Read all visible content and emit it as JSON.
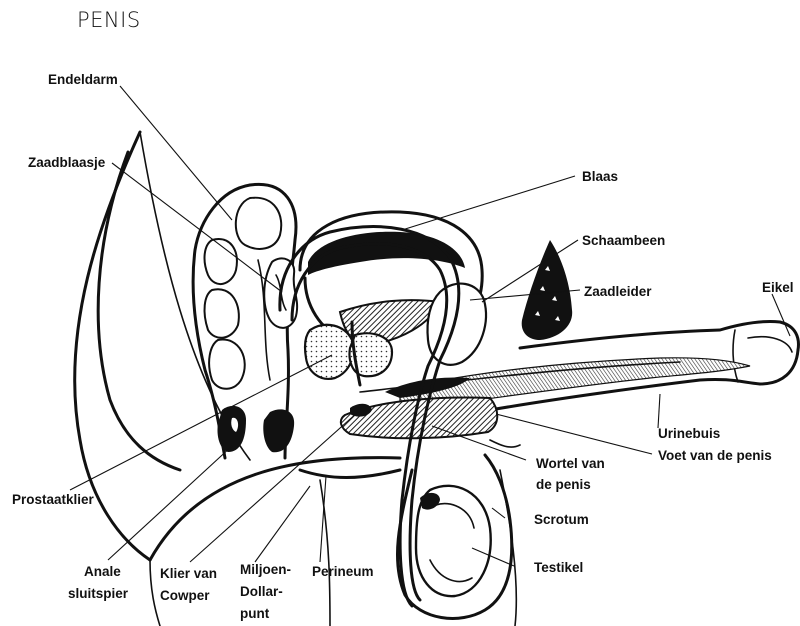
{
  "title": "PENIS",
  "labels": {
    "endeldarm": "Endeldarm",
    "zaadblaasje": "Zaadblaasje",
    "blaas": "Blaas",
    "schaambeen": "Schaambeen",
    "zaadleider": "Zaadleider",
    "eikel": "Eikel",
    "prostaatklier": "Prostaatklier",
    "urinebuis": "Urinebuis",
    "voet_van_de_penis": "Voet van de penis",
    "wortel_van_de_penis": [
      "Wortel van",
      "de penis"
    ],
    "scrotum": "Scrotum",
    "testikel": "Testikel",
    "anale_sluitspier": [
      "Anale",
      "sluitspier"
    ],
    "klier_van_cowper": [
      "Klier van",
      "Cowper"
    ],
    "miljoen_dollar_punt": [
      "Miljoen-",
      "Dollar-",
      "punt"
    ],
    "perineum": "Perineum"
  },
  "colors": {
    "ink": "#111111",
    "background": "#ffffff",
    "hatch_dark": "#222222",
    "tissue_light": "#f4f4f4"
  }
}
